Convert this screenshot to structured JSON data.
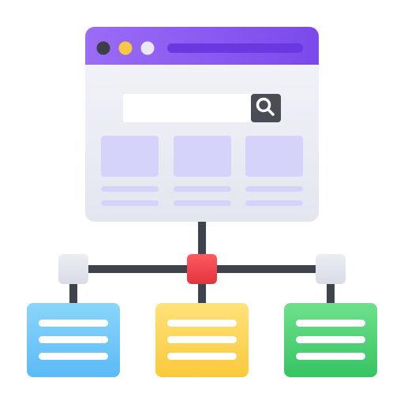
{
  "illustration": {
    "subject": "sitemap-icon",
    "browser_window": {
      "traffic_lights": [
        "dark-dot",
        "yellow-dot",
        "light-dot"
      ],
      "has_address_bar": true,
      "search_icon": "magnifier-icon",
      "content_cards": 3
    },
    "hierarchy": {
      "root_node_color": "#f04452",
      "branch_node_color": "#e3e6ef",
      "child_pages": [
        {
          "name": "blue-page",
          "color": "#6fc3f8",
          "lines": 3
        },
        {
          "name": "yellow-page",
          "color": "#fdd65a",
          "lines": 3
        },
        {
          "name": "green-page",
          "color": "#4fd27a",
          "lines": 3
        }
      ]
    },
    "colors": {
      "titlebar": "#8a55f0",
      "window_body": "#eef0f6",
      "placeholder": "#d6d3fb",
      "connector": "#3f434c"
    }
  }
}
